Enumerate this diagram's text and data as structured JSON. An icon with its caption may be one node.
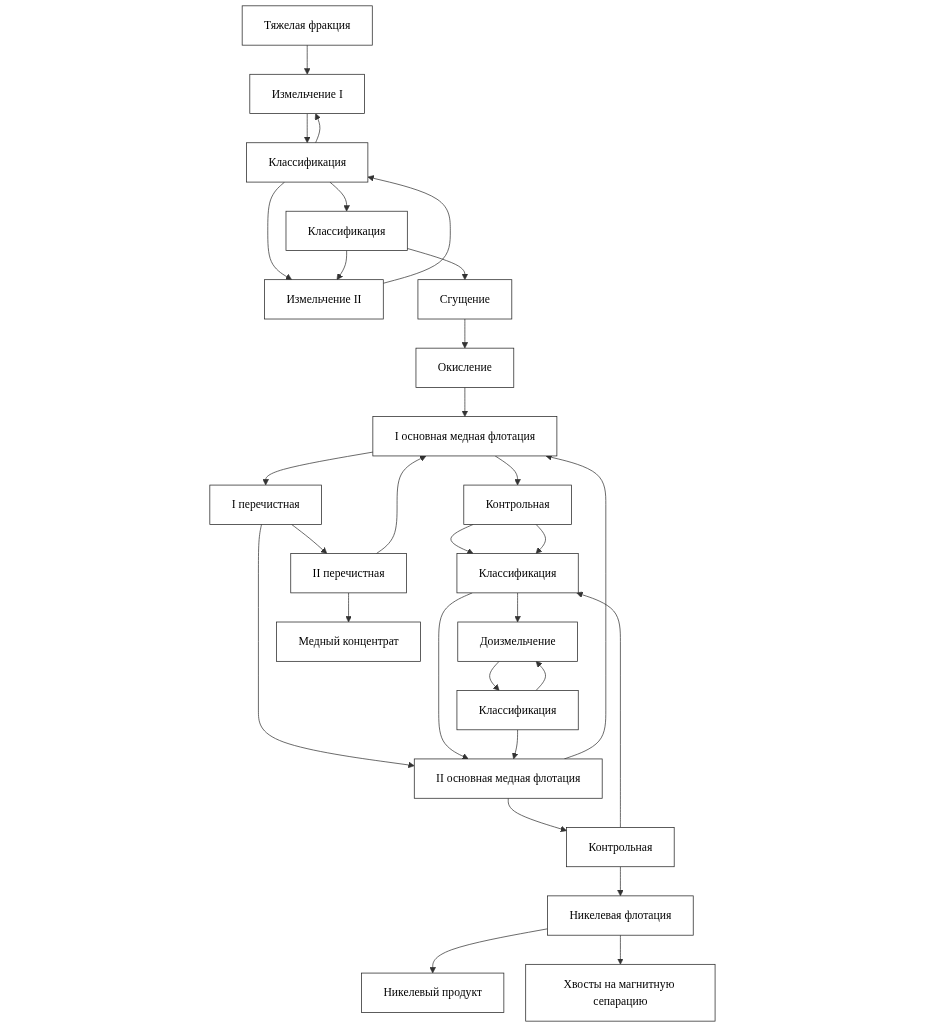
{
  "diagram": {
    "nodes": [
      {
        "text": [
          "Тяжелая фракция"
        ]
      },
      {
        "text": [
          "Измельчение I"
        ]
      },
      {
        "text": [
          "Классификация"
        ]
      },
      {
        "text": [
          "Классификация"
        ]
      },
      {
        "text": [
          "Измельчение II"
        ]
      },
      {
        "text": [
          "Сгущение"
        ]
      },
      {
        "text": [
          "Окисление"
        ]
      },
      {
        "text": [
          "I основная медная флотация"
        ]
      },
      {
        "text": [
          "Контрольная"
        ]
      },
      {
        "text": [
          "I перечистная"
        ]
      },
      {
        "text": [
          "Классификация"
        ]
      },
      {
        "text": [
          "II перечистная"
        ]
      },
      {
        "text": [
          "Доизмельчение"
        ]
      },
      {
        "text": [
          "Медный концентрат"
        ]
      },
      {
        "text": [
          "Классификация"
        ]
      },
      {
        "text": [
          "II основная медная флотация"
        ]
      },
      {
        "text": [
          "Контрольная"
        ]
      },
      {
        "text": [
          "Никелевая флотация"
        ]
      },
      {
        "text": [
          "Никелевый продукт"
        ]
      },
      {
        "text": [
          "Хвосты на магнитную сепарацию"
        ]
      }
    ],
    "edges": [
      {
        "from": 0,
        "to": 1,
        "arrow": "to"
      },
      {
        "from": 1,
        "to": 2,
        "arrow": "to"
      },
      {
        "from": 2,
        "to": 4,
        "arrow": "to"
      },
      {
        "from": 2,
        "to": 3,
        "arrow": "to"
      },
      {
        "from": 3,
        "to": 4,
        "arrow": "to"
      },
      {
        "from": 3,
        "to": 5,
        "arrow": "to"
      },
      {
        "from": 5,
        "to": 6,
        "arrow": "to"
      },
      {
        "from": 6,
        "to": 7,
        "arrow": "to"
      },
      {
        "from": 7,
        "to": 8,
        "arrow": "to"
      },
      {
        "from": 7,
        "to": 9,
        "arrow": "to"
      },
      {
        "from": 9,
        "to": 11,
        "arrow": "to"
      },
      {
        "from": 9,
        "to": 15,
        "arrow": "to"
      },
      {
        "from": 8,
        "to": 10,
        "arrow": "to"
      },
      {
        "from": 8,
        "to": 10,
        "arrow": "to"
      },
      {
        "from": 11,
        "to": 13,
        "arrow": "to"
      },
      {
        "from": 10,
        "to": 15,
        "arrow": "to"
      },
      {
        "from": 10,
        "to": 12,
        "arrow": "to"
      },
      {
        "from": 12,
        "to": 14,
        "arrow": "to"
      },
      {
        "from": 14,
        "to": 15,
        "arrow": "to"
      },
      {
        "from": 15,
        "to": 16,
        "arrow": "to"
      },
      {
        "from": 16,
        "to": 17,
        "arrow": "to"
      },
      {
        "from": 17,
        "to": 18,
        "arrow": "to"
      },
      {
        "from": 17,
        "to": 19,
        "arrow": "to"
      },
      {
        "from": 2,
        "to": 1,
        "arrow": "to"
      },
      {
        "from": 4,
        "to": 2,
        "arrow": "to"
      },
      {
        "from": 11,
        "to": 7,
        "arrow": "to"
      },
      {
        "from": 14,
        "to": 12,
        "arrow": "to"
      },
      {
        "from": 15,
        "to": 7,
        "arrow": "to"
      },
      {
        "from": 16,
        "to": 10,
        "arrow": "to"
      }
    ]
  }
}
